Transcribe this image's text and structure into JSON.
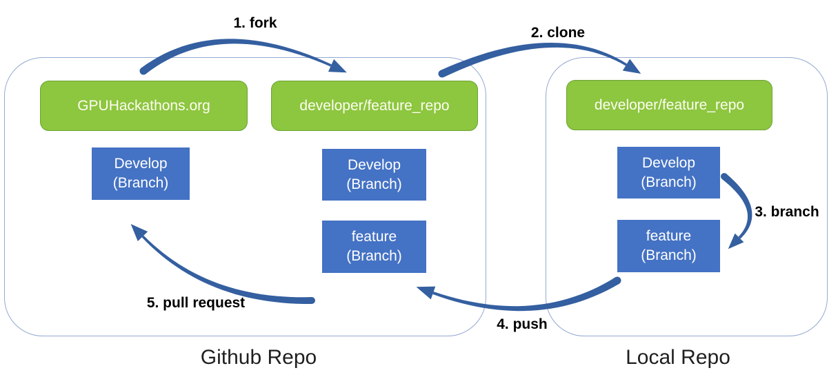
{
  "colors": {
    "repo_green": "#8dc63f",
    "repo_green_border": "#6aa335",
    "branch_blue": "#4472c4",
    "arrow_blue": "#345fa0",
    "container_border": "#93a9d1",
    "step_label": "#000000",
    "caption_text": "#1f1f1f"
  },
  "github": {
    "caption": "Github Repo",
    "upstream_repo": "GPUHackathons.org",
    "fork_repo": "developer/feature_repo",
    "upstream_branches": [
      {
        "name": "Develop",
        "kind": "(Branch)"
      }
    ],
    "fork_branches": [
      {
        "name": "Develop",
        "kind": "(Branch)"
      },
      {
        "name": "feature",
        "kind": "(Branch)"
      }
    ]
  },
  "local": {
    "caption": "Local Repo",
    "repo": "developer/feature_repo",
    "branches": [
      {
        "name": "Develop",
        "kind": "(Branch)"
      },
      {
        "name": "feature",
        "kind": "(Branch)"
      }
    ]
  },
  "steps": {
    "fork": "1. fork",
    "clone": "2. clone",
    "branch": "3. branch",
    "push": "4. push",
    "pull_request": "5. pull request"
  }
}
